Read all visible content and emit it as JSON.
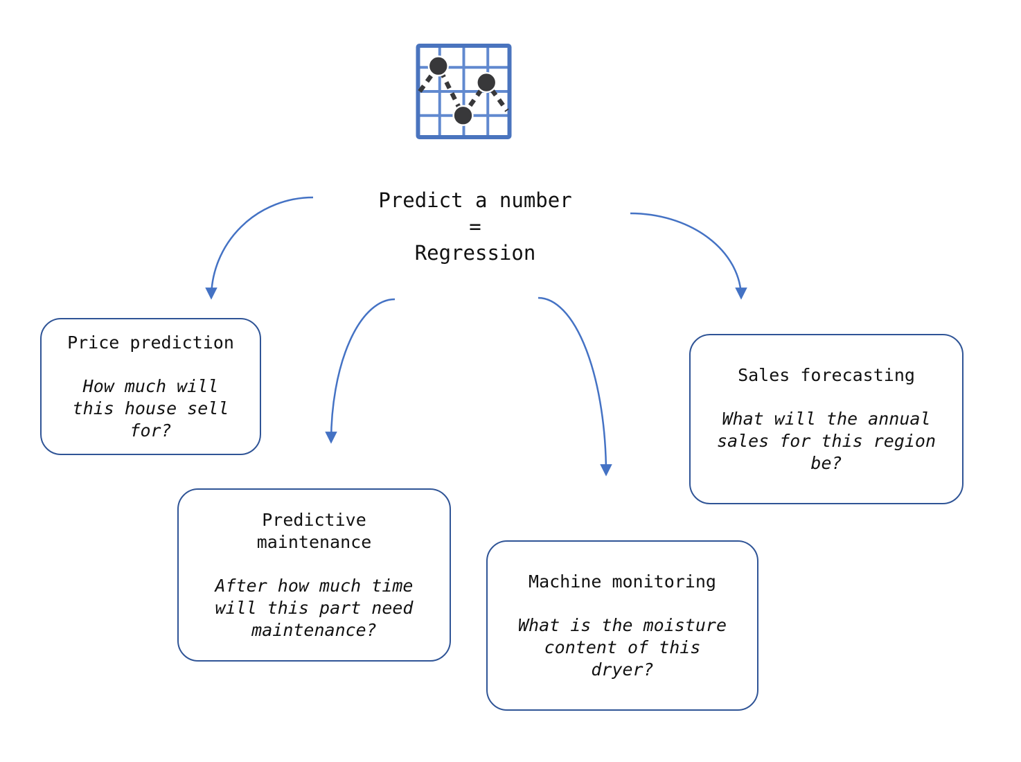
{
  "title": {
    "text": "Predict a number\n=\nRegression"
  },
  "icon": {
    "name": "line-chart-grid-icon"
  },
  "colors": {
    "background": "#ffffff",
    "text": "#111111",
    "arrow": "#4472C4",
    "box_border": "#2F5496",
    "icon_grid": "#4a74be",
    "icon_grid_light": "#6189cf",
    "icon_dot": "#38383a"
  },
  "boxes": [
    {
      "heading": "Price prediction",
      "question": "How much will\nthis house sell\nfor?"
    },
    {
      "heading": "Predictive\nmaintenance",
      "question": "After how much time\nwill this part need\nmaintenance?"
    },
    {
      "heading": "Machine monitoring",
      "question": "What is the moisture\ncontent of this\ndryer?"
    },
    {
      "heading": "Sales forecasting",
      "question": "What will the annual\nsales for this region\nbe?"
    }
  ]
}
